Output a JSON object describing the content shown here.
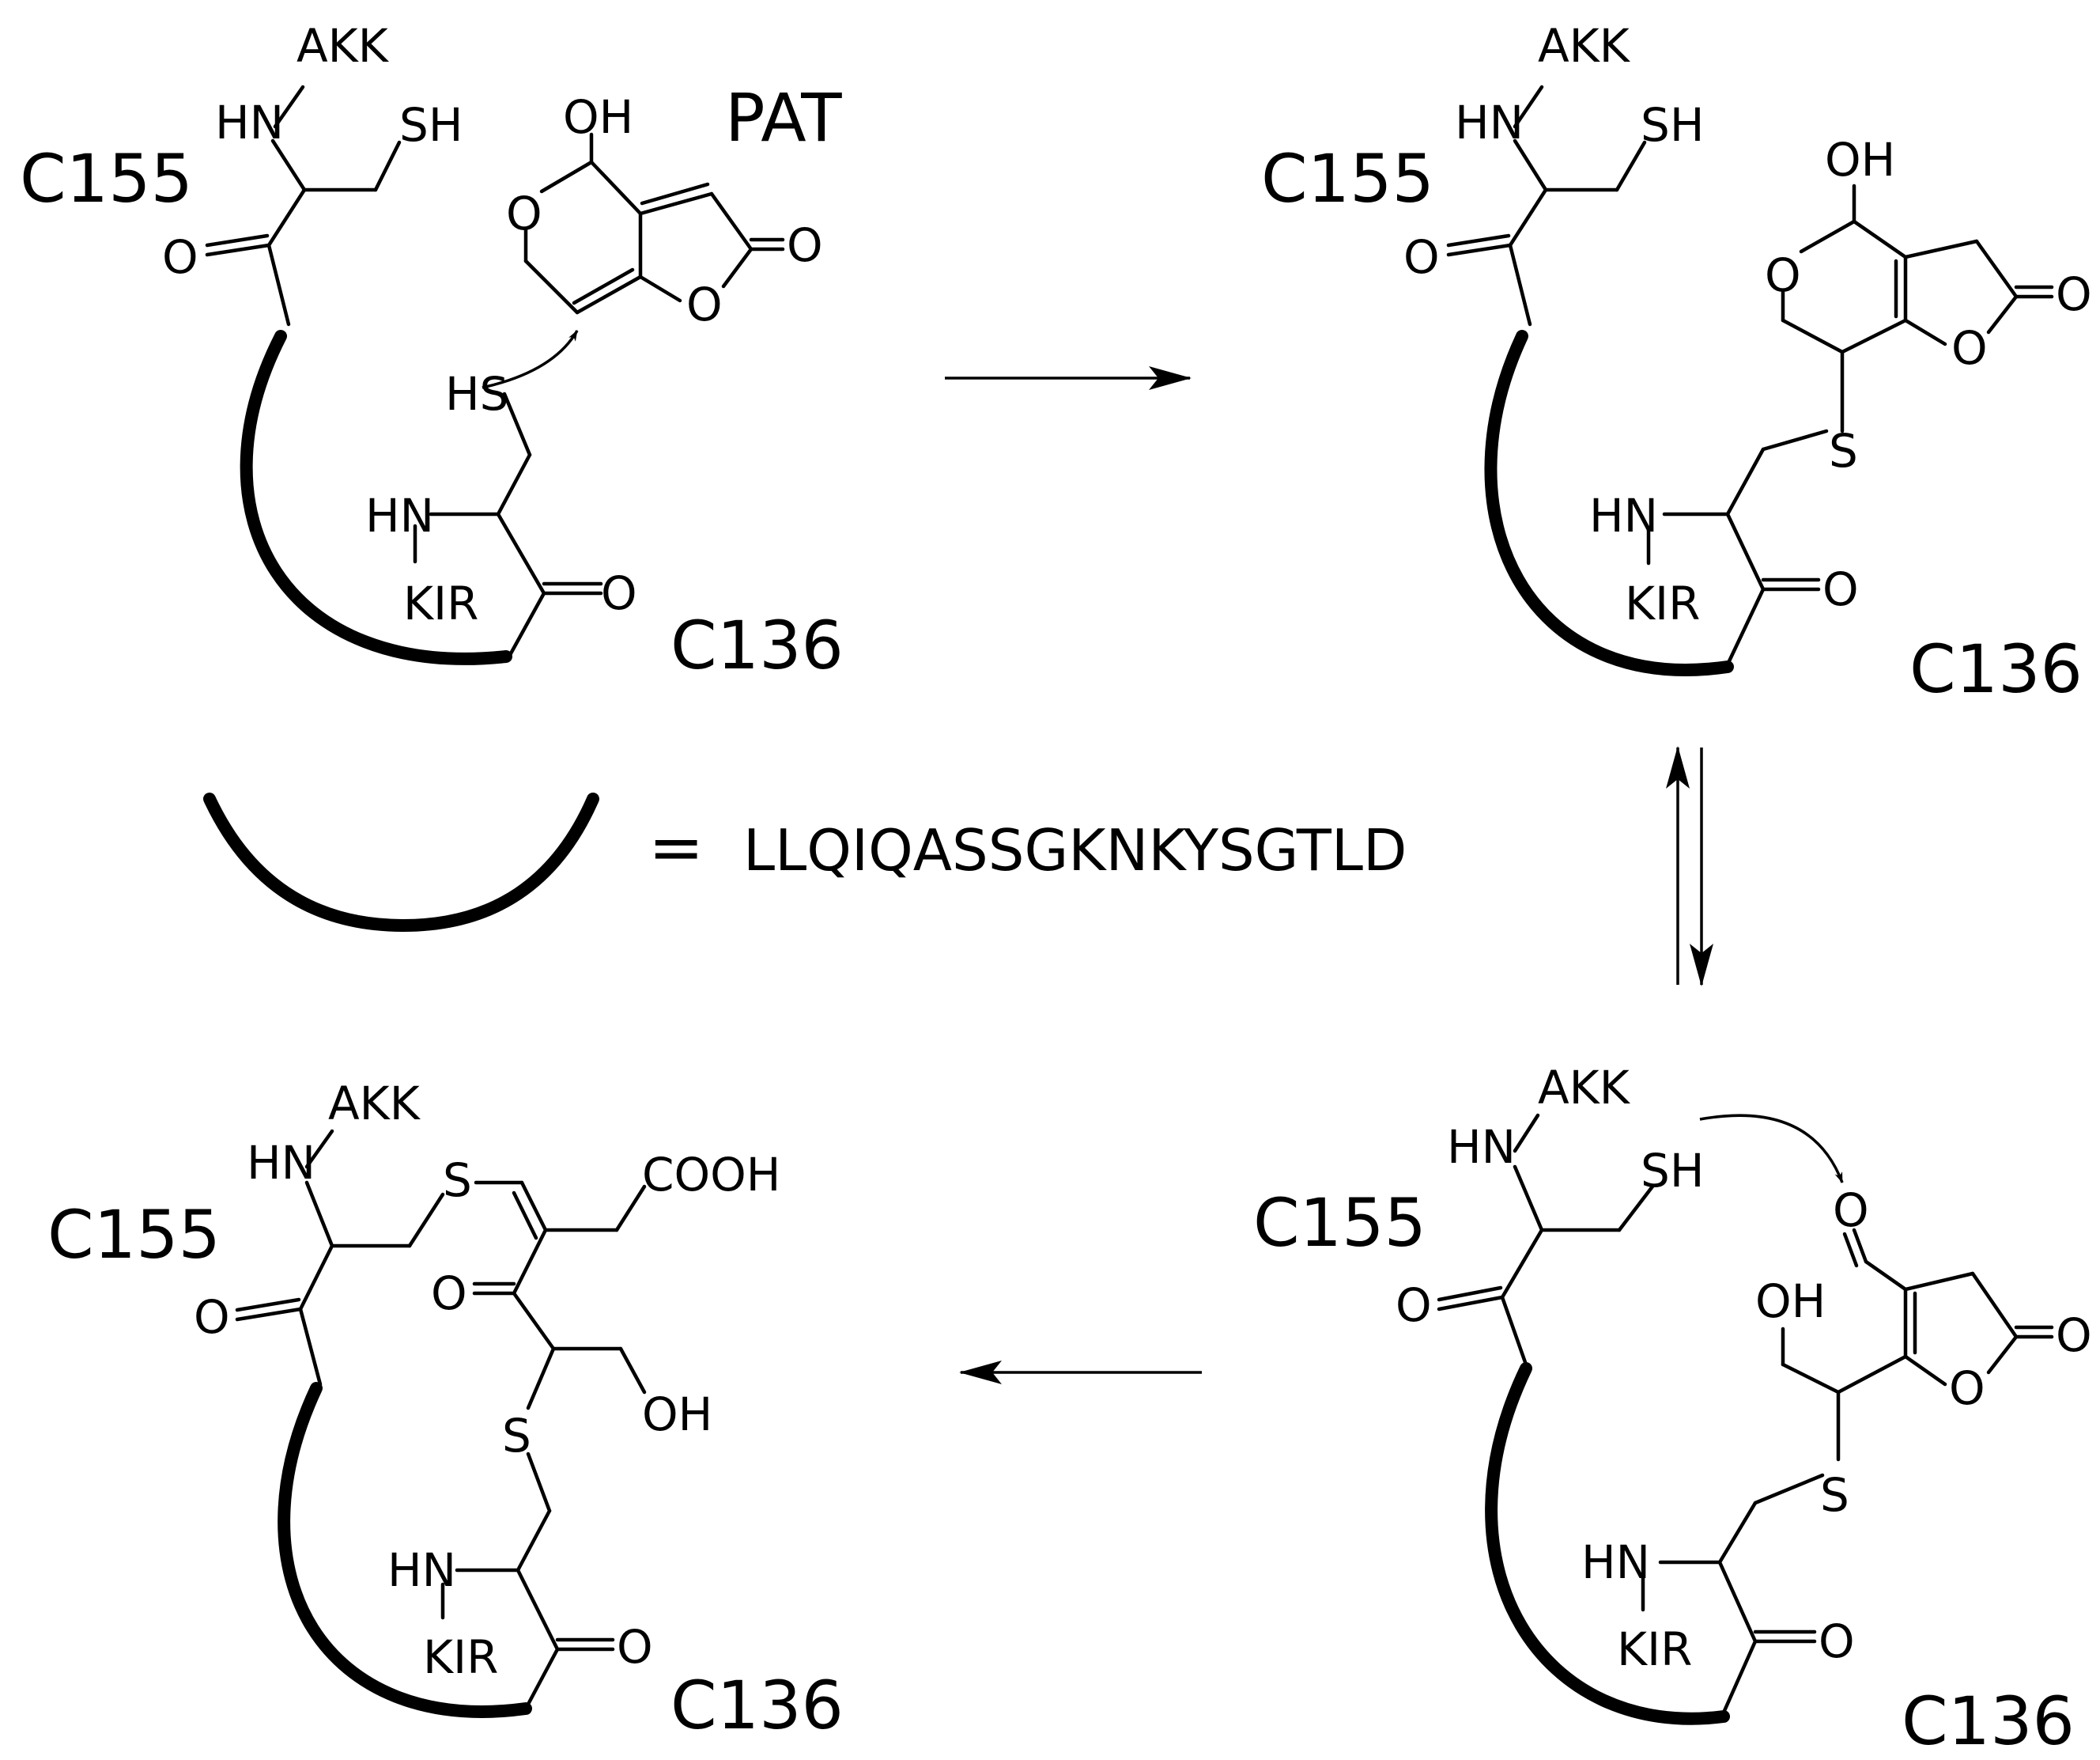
{
  "labels": {
    "c155": "C155",
    "c136": "C136",
    "pat": "PAT",
    "akk": "AKK",
    "kir": "KIR",
    "hn": "HN",
    "sh": "SH",
    "hs": "HS",
    "s": "S",
    "o": "O",
    "oh": "OH",
    "cooh": "COOH"
  },
  "legend": {
    "equals": "=",
    "sequence": "LLQIQASSGKNKYSGTLD"
  }
}
